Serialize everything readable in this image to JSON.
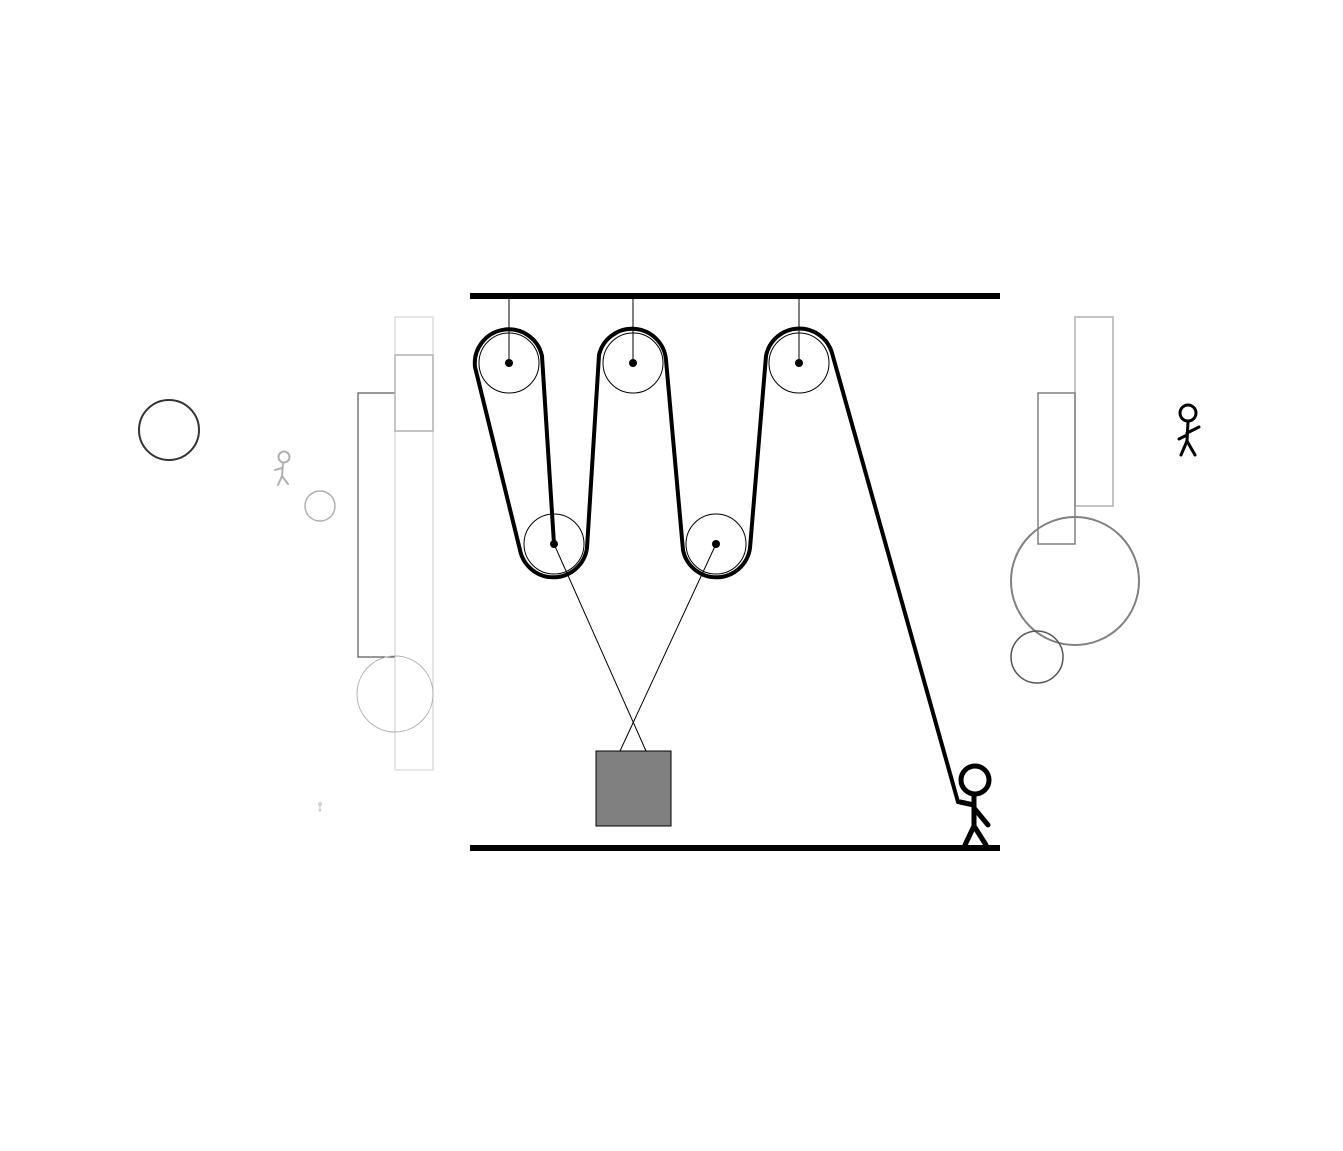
{
  "diagram": {
    "kind": "pulley-system",
    "fixed_pulley_count": 3,
    "movable_pulley_count": 2,
    "load_count": 1,
    "puller_count": 1,
    "colors": {
      "background": "#ffffff",
      "ink": "#000000",
      "load_fill": "#808080",
      "ghost_dark": "#333333",
      "ghost_mid": "#808080",
      "ghost_light": "#b0b0b0",
      "ghost_faint": "#cccccc"
    },
    "icons": {
      "puller": "stick-figure-icon",
      "ghost_figure": "stick-figure-icon"
    }
  }
}
